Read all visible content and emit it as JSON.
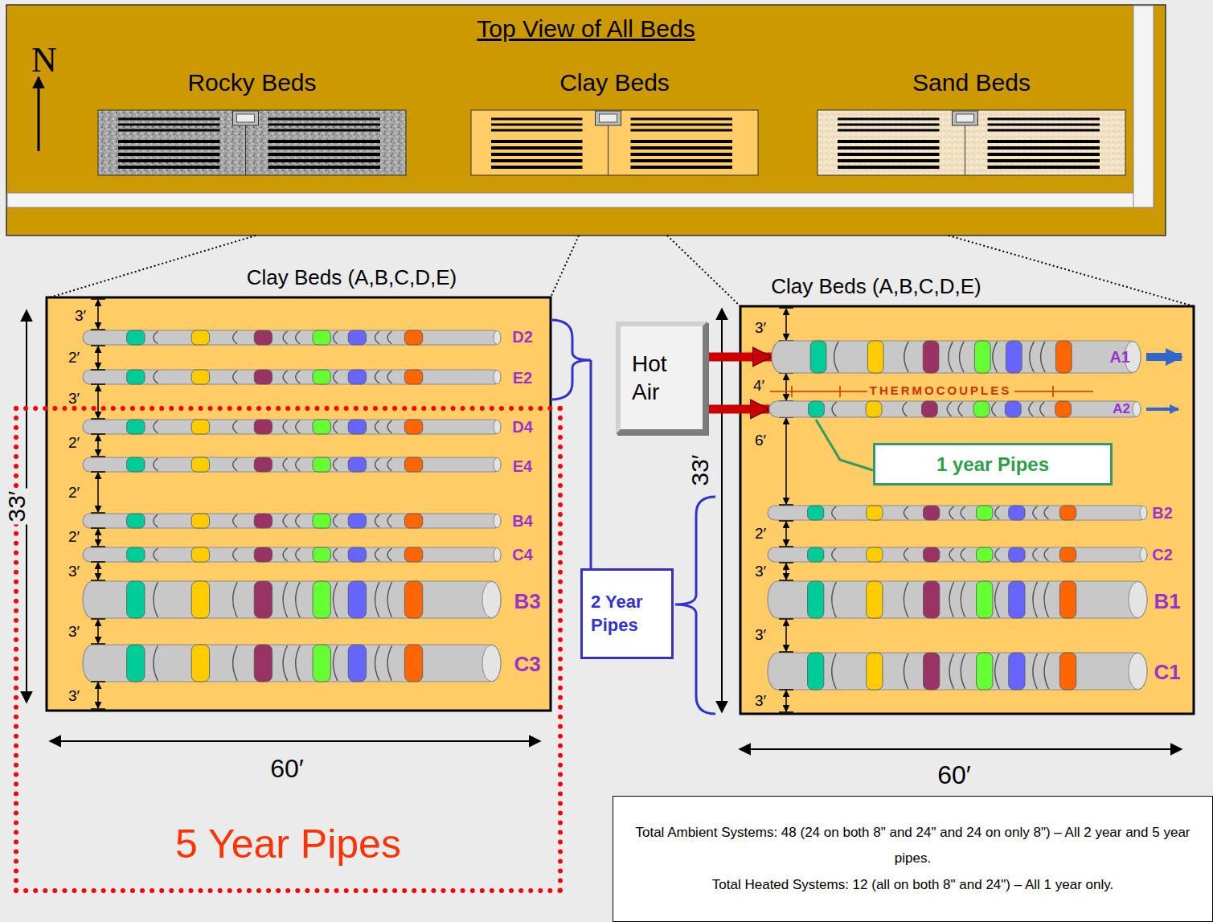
{
  "diagram": {
    "nodes": [
      {
        "text": [
          "Top View of All Beds"
        ]
      },
      {
        "text": [
          "Rocky Beds"
        ],
        "in": 0
      },
      {
        "text": [
          "Clay Beds"
        ],
        "in": 0
      },
      {
        "text": [
          "Sand Beds"
        ],
        "in": 0
      },
      {
        "text": [
          "Clay Beds (A,B,C,D,E)"
        ]
      },
      {
        "text": [
          "Hot Air"
        ]
      },
      {
        "text": [
          "Clay Beds (A,B,C,D,E)"
        ]
      },
      {
        "text": [
          "A1"
        ],
        "in": 6
      },
      {
        "text": [
          "A2"
        ],
        "in": 6
      },
      {
        "text": [
          "1 year Pipes"
        ],
        "in": 6
      },
      {
        "text": [
          "2 Year Pipes"
        ]
      },
      {
        "text": [
          "5 Year Pipes"
        ]
      },
      {
        "text": [
          "Total Ambient Systems: 48 (24 on both 8\" and 24\" and 24 on only 8\") – All 2 year and 5 year pipes.",
          "Total Heated Systems: 12 (all on both 8\" and 24\") – All 1 year only."
        ]
      }
    ],
    "edges": [
      {
        "from": 5,
        "to": 7,
        "arrow": "to"
      },
      {
        "from": 5,
        "to": 8,
        "arrow": "to"
      }
    ],
    "labels": [
      "N",
      "THERMOCOUPLES",
      "D2",
      "E2",
      "D4",
      "E4",
      "B4",
      "C4",
      "B3",
      "C3",
      "B2",
      "C2",
      "B1",
      "C1",
      "3′",
      "2′",
      "3′",
      "2′",
      "2′",
      "2′",
      "3′",
      "3′",
      "3′",
      "3′",
      "4′",
      "6′",
      "2′",
      "3′",
      "3′",
      "3′",
      "60′",
      "60′",
      "33′",
      "33′"
    ]
  }
}
